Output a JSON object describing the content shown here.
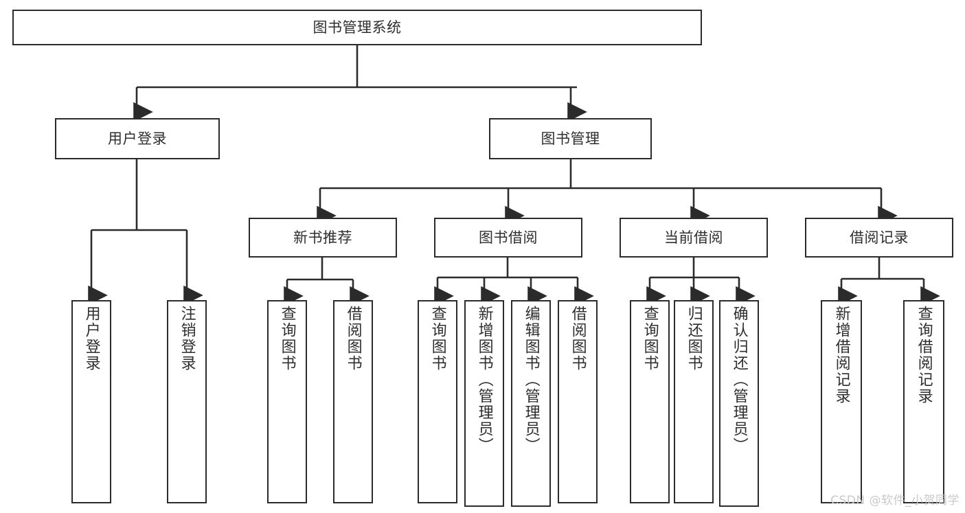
{
  "diagram": {
    "title": "图书管理系统",
    "type": "tree-structure-diagram",
    "colors": {
      "box_border": "#2b2b2b",
      "box_fill": "#ffffff",
      "text": "#2e2e2e",
      "connector": "#2b2b2b",
      "watermark": "#c9c9c9",
      "background": "#ffffff"
    },
    "watermark": "CSDN @软件_小贺同学",
    "root": {
      "label": "图书管理系统",
      "orientation": "horizontal"
    },
    "level2": [
      {
        "label": "用户登录",
        "orientation": "horizontal"
      },
      {
        "label": "图书管理",
        "orientation": "horizontal"
      }
    ],
    "level3": [
      {
        "label": "新书推荐",
        "orientation": "horizontal",
        "parent": "图书管理"
      },
      {
        "label": "图书借阅",
        "orientation": "horizontal",
        "parent": "图书管理"
      },
      {
        "label": "当前借阅",
        "orientation": "horizontal",
        "parent": "图书管理"
      },
      {
        "label": "借阅记录",
        "orientation": "horizontal",
        "parent": "图书管理"
      }
    ],
    "leaves": {
      "user_login": [
        {
          "label": "用户登录",
          "orientation": "vertical"
        },
        {
          "label": "注销登录",
          "orientation": "vertical"
        }
      ],
      "new_book_recommend": [
        {
          "label": "查询图书",
          "orientation": "vertical"
        },
        {
          "label": "借阅图书",
          "orientation": "vertical"
        }
      ],
      "book_borrow": [
        {
          "label": "查询图书",
          "orientation": "vertical"
        },
        {
          "label": "新增图书（管理员）",
          "orientation": "vertical"
        },
        {
          "label": "编辑图书（管理员）",
          "orientation": "vertical"
        },
        {
          "label": "借阅图书",
          "orientation": "vertical"
        }
      ],
      "current_borrow": [
        {
          "label": "查询图书",
          "orientation": "vertical"
        },
        {
          "label": "归还图书",
          "orientation": "vertical"
        },
        {
          "label": "确认归还（管理员）",
          "orientation": "vertical"
        }
      ],
      "borrow_record": [
        {
          "label": "新增借阅记录",
          "orientation": "vertical"
        },
        {
          "label": "查询借阅记录",
          "orientation": "vertical"
        }
      ]
    }
  }
}
